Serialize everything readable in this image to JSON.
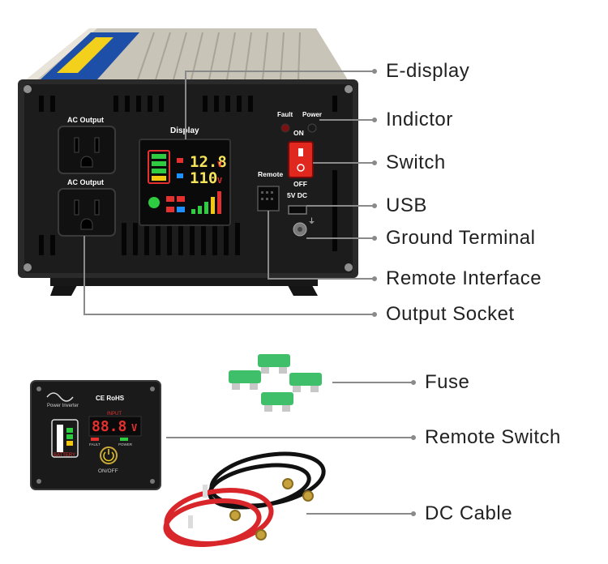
{
  "callouts": {
    "e_display": "E-display",
    "indicator": "Indictor",
    "switch": "Switch",
    "usb": "USB",
    "ground_terminal": "Ground Terminal",
    "remote_interface": "Remote Interface",
    "output_socket": "Output Socket",
    "fuse": "Fuse",
    "remote_switch": "Remote Switch",
    "dc_cable": "DC Cable"
  },
  "panel_labels": {
    "ac_output_1": "AC Output",
    "ac_output_2": "AC Output",
    "display": "Display",
    "fault": "Fault",
    "power": "Power",
    "on": "ON",
    "off": "OFF",
    "remote": "Remote",
    "usb_5v": "5V DC"
  },
  "lcd": {
    "voltage_in": "12.8",
    "voltage_out": "110",
    "unit": "V"
  },
  "remote_panel": {
    "brand": "Power Inverter",
    "certs": "CE RoHS",
    "input_label": "INPUT",
    "reading": "88.8",
    "unit": "V",
    "fault": "FAULT",
    "power": "POWER",
    "battery": "BATTERY",
    "onoff": "ON/OFF"
  },
  "colors": {
    "chassis": "#1c1c1c",
    "lead_line": "#8a8a8a",
    "fuse_green": "#3fbf6a",
    "cable_red": "#d8262b",
    "cable_black": "#111111",
    "switch_red": "#e0281f"
  }
}
